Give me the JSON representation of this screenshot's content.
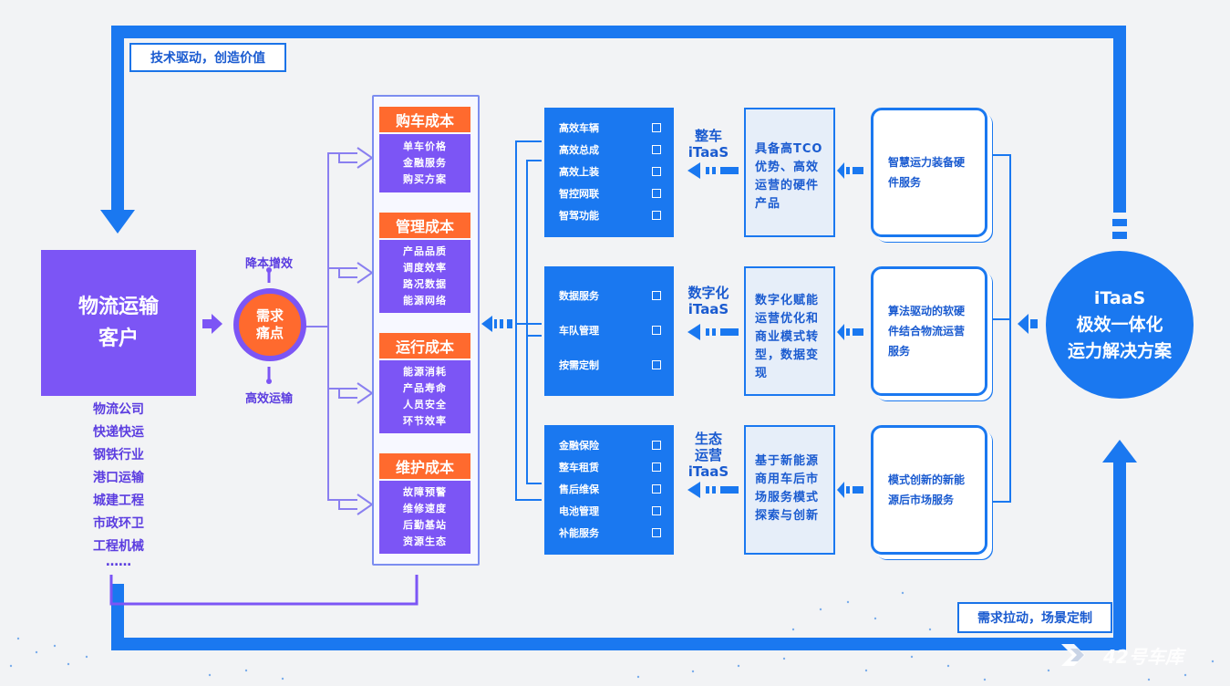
{
  "top_tag": "技术驱动，创造价值",
  "bottom_tag": "需求拉动，场景定制",
  "customer": {
    "line1": "物流运输",
    "line2": "客户"
  },
  "industries": [
    "物流公司",
    "快递快运",
    "钢铁行业",
    "港口运输",
    "城建工程",
    "市政环卫",
    "工程机械",
    "……"
  ],
  "pain_point": {
    "line1": "需求",
    "line2": "痛点",
    "top_label": "降本增效",
    "bottom_label": "高效运输"
  },
  "costs": [
    {
      "title": "购车成本",
      "items": [
        "单车价格",
        "金融服务",
        "购买方案"
      ]
    },
    {
      "title": "管理成本",
      "items": [
        "产品品质",
        "调度效率",
        "路况数据",
        "能源网络"
      ]
    },
    {
      "title": "运行成本",
      "items": [
        "能源消耗",
        "产品寿命",
        "人员安全",
        "环节效率"
      ]
    },
    {
      "title": "维护成本",
      "items": [
        "故障预警",
        "维修速度",
        "后勤基站",
        "资源生态"
      ]
    }
  ],
  "services": [
    {
      "items": [
        "高效车辆",
        "高效总成",
        "高效上装",
        "智控网联",
        "智驾功能"
      ],
      "label": [
        "整车",
        "iTaaS"
      ],
      "desc": "具备高TCO优势、高效运营的硬件产品",
      "capability": "智慧运力装备硬件服务"
    },
    {
      "items": [
        "数据服务",
        "车队管理",
        "按需定制"
      ],
      "label": [
        "数字化",
        "iTaaS"
      ],
      "desc": "数字化赋能运营优化和商业模式转型，数据变现",
      "capability": "算法驱动的软硬件结合物流运营服务"
    },
    {
      "items": [
        "金融保险",
        "整车租赁",
        "售后维保",
        "电池管理",
        "补能服务"
      ],
      "label": [
        "生态",
        "运营",
        "iTaaS"
      ],
      "desc": "基于新能源商用车后市场服务模式探索与创新",
      "capability": "模式创新的新能源后市场服务"
    }
  ],
  "solution": {
    "line1": "iTaaS",
    "line2": "极效一体化",
    "line3": "运力解决方案"
  },
  "watermark": "42号车库",
  "colors": {
    "blue": "#1a78f0",
    "purple": "#7c55f5",
    "orange": "#ff6a2e",
    "background": "#f2f3f5"
  }
}
